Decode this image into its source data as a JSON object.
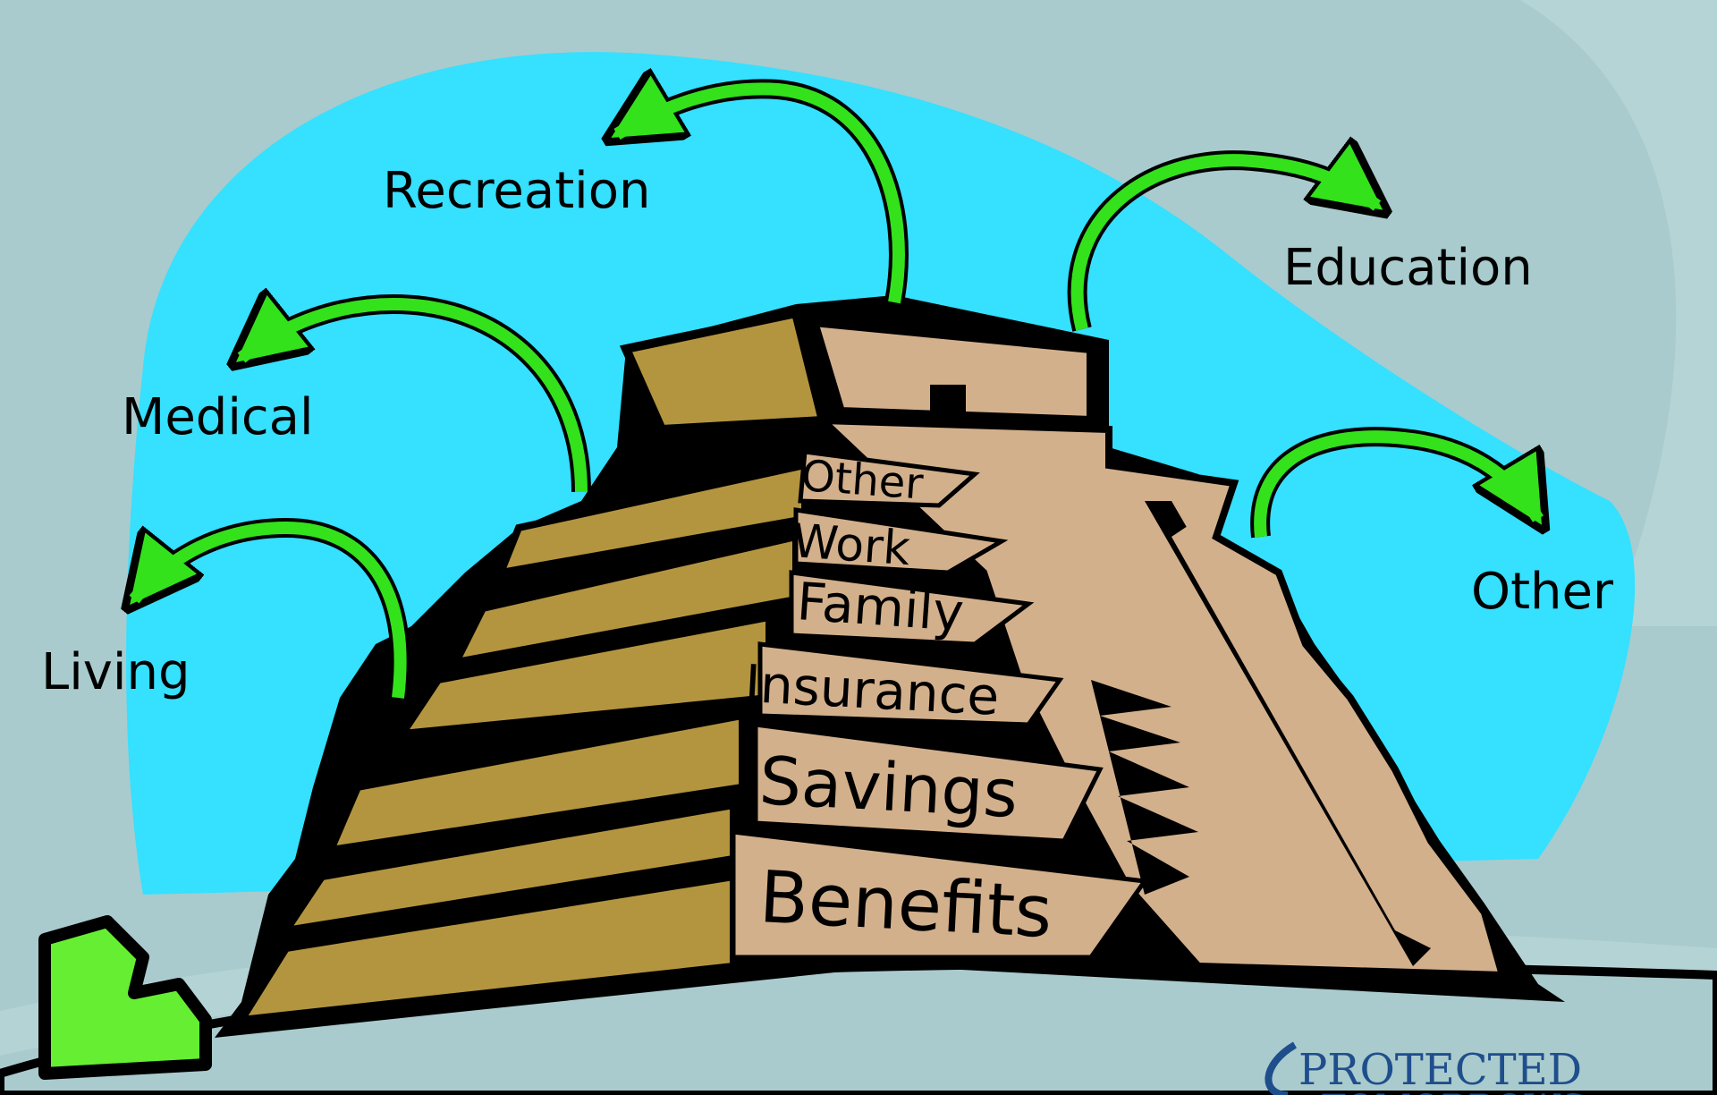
{
  "categories": [
    {
      "id": "recreation",
      "label": "Recreation"
    },
    {
      "id": "education",
      "label": "Education"
    },
    {
      "id": "medical",
      "label": "Medical"
    },
    {
      "id": "living",
      "label": "Living"
    },
    {
      "id": "other",
      "label": "Other"
    }
  ],
  "steps": [
    {
      "id": "other",
      "label": "Other"
    },
    {
      "id": "work",
      "label": "Work"
    },
    {
      "id": "family",
      "label": "Family"
    },
    {
      "id": "insurance",
      "label": "Insurance"
    },
    {
      "id": "savings",
      "label": "Savings"
    },
    {
      "id": "benefits",
      "label": "Benefits"
    }
  ],
  "logo": {
    "line1": "PROTECTED",
    "line2": "TOMORROWS"
  },
  "colors": {
    "background": "#a9cbcd",
    "sky": "#36e0ff",
    "pyramid_dark": "#b4953f",
    "pyramid_light": "#d3b08c",
    "arrow": "#33e21b",
    "bush": "#66ee33",
    "logo": "#1f4e8c"
  }
}
